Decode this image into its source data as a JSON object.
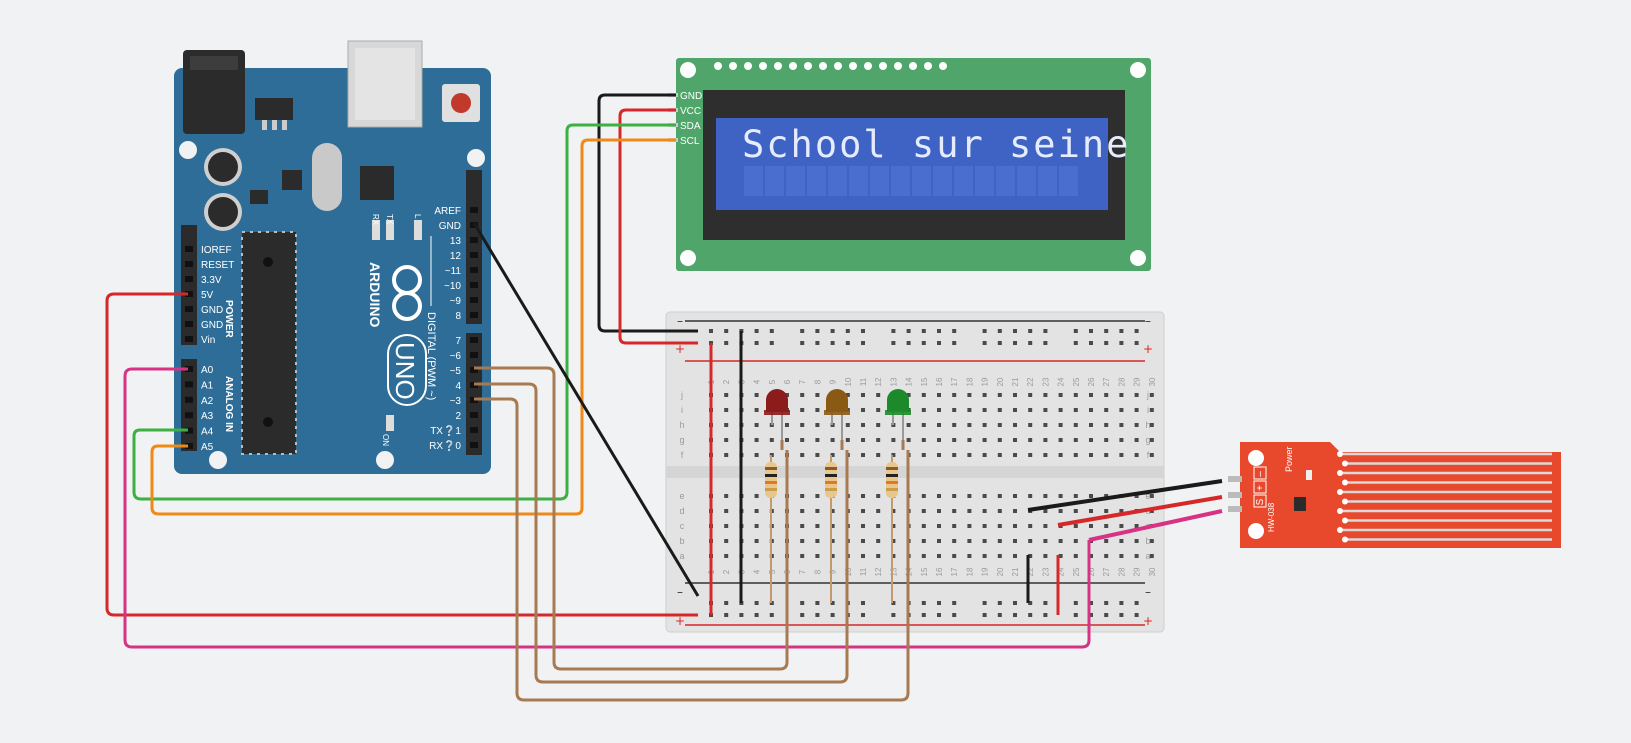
{
  "arduino": {
    "brand": "ARDUINO",
    "model": "UNO",
    "digital_title": "DIGITAL (PWM ~)",
    "power_title": "POWER",
    "analog_title": "ANALOG IN",
    "on_label": "ON",
    "rx_label": "RX",
    "tx_label": "TX",
    "l_label": "L",
    "digital_pins": [
      "AREF",
      "GND",
      "13",
      "12",
      "~11",
      "~10",
      "~9",
      "8",
      "7",
      "~6",
      "~5",
      "4",
      "~3",
      "2",
      "TX❔1",
      "RX❔0"
    ],
    "power_pins": [
      "IOREF",
      "RESET",
      "3.3V",
      "5V",
      "GND",
      "GND",
      "Vin"
    ],
    "analog_pins": [
      "A0",
      "A1",
      "A2",
      "A3",
      "A4",
      "A5"
    ],
    "colors": {
      "board": "#2e6d97",
      "header": "#2b2b2b"
    }
  },
  "lcd": {
    "text": "School sur seine",
    "pins": [
      "GND",
      "VCC",
      "SDA",
      "SCL"
    ],
    "colors": {
      "pcb": "#4fa56a",
      "screen": "#3f63c4",
      "bezel": "#2e2e2e"
    }
  },
  "breadboard": {
    "columns": [
      "1",
      "2",
      "3",
      "4",
      "5",
      "6",
      "7",
      "8",
      "9",
      "10",
      "11",
      "12",
      "13",
      "14",
      "15",
      "16",
      "17",
      "18",
      "19",
      "20",
      "21",
      "22",
      "23",
      "24",
      "25",
      "26",
      "27",
      "28",
      "29",
      "30"
    ],
    "rows_top": [
      "j",
      "i",
      "h",
      "g",
      "f"
    ],
    "rows_bottom": [
      "e",
      "d",
      "c",
      "b",
      "a"
    ],
    "rail_plus": "+",
    "rail_minus": "–"
  },
  "leds": [
    {
      "name": "led-red",
      "color": "#8c1b1b"
    },
    {
      "name": "led-yellow",
      "color": "#8a5a15"
    },
    {
      "name": "led-green",
      "color": "#1c8a2a"
    }
  ],
  "sensor": {
    "model": "HW-038",
    "power_label": "Power",
    "pins": [
      "S",
      "+",
      "–"
    ],
    "color": "#e8482c"
  },
  "wire_colors": {
    "red": "#d62828",
    "black": "#1a1a1a",
    "green": "#3cb043",
    "orange": "#ef8a17",
    "magenta": "#d63384",
    "brown": "#a87a52"
  }
}
